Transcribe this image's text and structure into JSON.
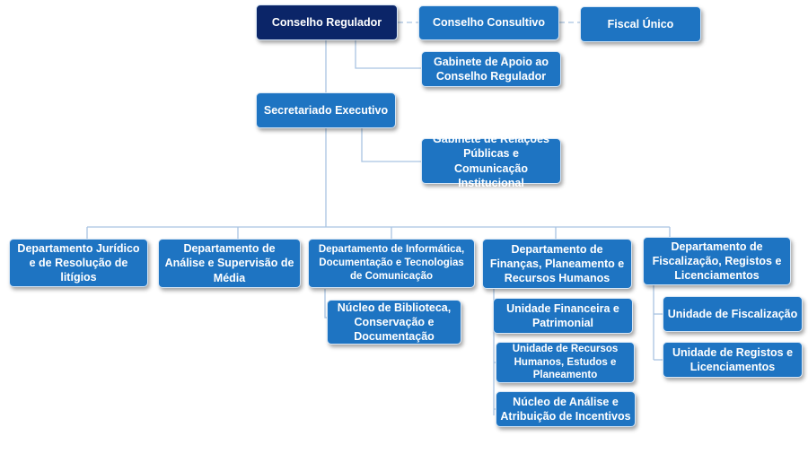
{
  "colors": {
    "box": "#1e74c2",
    "box_top": "#0b2568",
    "connector": "#a9c4e2",
    "text": "#ffffff"
  },
  "nodes": {
    "conselho_regulador": "Conselho Regulador",
    "conselho_consultivo": "Conselho Consultivo",
    "fiscal_unico": "Fiscal Único",
    "gabinete_apoio": "Gabinete de Apoio ao Conselho Regulador",
    "secretariado": "Secretariado Executivo",
    "gabinete_relacoes": "Gabinete de Relações Públicas e Comunicação Institucional",
    "dep_juridico": "Departamento Jurídico e de Resolução de litígios",
    "dep_analise": "Departamento de Análise e Supervisão de Média",
    "dep_informatica": "Departamento de Informática, Documentação e Tecnologias de Comunicação",
    "dep_financas": "Departamento de Finanças, Planeamento e Recursos Humanos",
    "dep_fiscalizacao": "Departamento de Fiscalização, Registos e Licenciamentos",
    "nucleo_biblioteca": "Núcleo de Biblioteca, Conservação e Documentação",
    "unidade_financeira": "Unidade Financeira e Patrimonial",
    "unidade_recursos": "Unidade de Recursos Humanos, Estudos e Planeamento",
    "nucleo_analise": "Núcleo de Análise e Atribuição de Incentivos",
    "unidade_fiscalizacao": "Unidade de Fiscalização",
    "unidade_registos": "Unidade de Registos e Licenciamentos"
  }
}
